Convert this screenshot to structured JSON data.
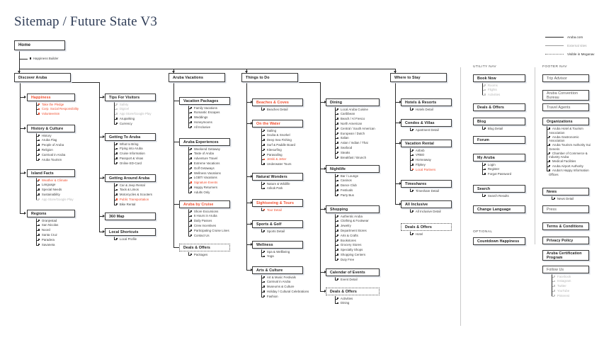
{
  "page": {
    "title": "Sitemap / Future State V3"
  },
  "legend": {
    "items": [
      {
        "label": "Aruba.com",
        "style": "solid"
      },
      {
        "label": "External sites",
        "style": "gray"
      },
      {
        "label": "Visible in Meganav",
        "style": "dotted"
      }
    ]
  },
  "labels": {
    "utility_nav": "UTILITY NAV",
    "footer_nav": "FOOTER NAV",
    "optional": "OPTIONAL"
  },
  "root": {
    "label": "Home",
    "child": "Happiness Builder"
  },
  "columns": {
    "discover_aruba": {
      "label": "Discover Aruba",
      "groups": [
        {
          "label": "Happiness",
          "accent": true,
          "items": [
            {
              "label": "Take the Pledge",
              "color": "accent"
            },
            {
              "label": "Corp. Social Responsibility",
              "color": "accent"
            },
            {
              "label": "Volunteerism",
              "color": "accent"
            }
          ]
        },
        {
          "label": "History & Culture",
          "items": [
            {
              "label": "History"
            },
            {
              "label": "Aruba Flag"
            },
            {
              "label": "People of Aruba"
            },
            {
              "label": "Religion"
            },
            {
              "label": "Carnival in Aruba"
            },
            {
              "label": "Aruba Tourism"
            }
          ]
        },
        {
          "label": "Island Facts",
          "items": [
            {
              "label": "Weather & Climate",
              "color": "accent"
            },
            {
              "label": "Language"
            },
            {
              "label": "Special Needs"
            },
            {
              "label": "Sustainability"
            },
            {
              "label": "App Store/Google Play",
              "color": "muted"
            }
          ]
        },
        {
          "label": "Regions",
          "items": [
            {
              "label": "Oranjestad"
            },
            {
              "label": "San Nicolas"
            },
            {
              "label": "Noord"
            },
            {
              "label": "Santa Cruz"
            },
            {
              "label": "Paradera"
            },
            {
              "label": "Savaneta"
            }
          ]
        }
      ]
    },
    "visitors": {
      "groups": [
        {
          "label": "Tips For Visitors",
          "items": [
            {
              "label": "Safety",
              "color": "muted"
            },
            {
              "label": "Digicel",
              "color": "muted"
            },
            {
              "label": "App Store/Google Play",
              "color": "muted"
            },
            {
              "label": "Aruparking"
            },
            {
              "label": "Currency"
            }
          ]
        },
        {
          "label": "Getting To Aruba",
          "items": [
            {
              "label": "What to Bring"
            },
            {
              "label": "Flying into Aruba"
            },
            {
              "label": "Cruise Information"
            },
            {
              "label": "Passport & Visas"
            },
            {
              "label": "Online ED-Card"
            }
          ]
        },
        {
          "label": "Getting Around Aruba",
          "items": [
            {
              "label": "Car & Jeep Rental"
            },
            {
              "label": "Taxis & Limos"
            },
            {
              "label": "Motorcycles & Scooters"
            },
            {
              "label": "Public Transportation",
              "color": "accent"
            },
            {
              "label": "Bike Rental"
            }
          ]
        },
        {
          "label": "360 Map",
          "items": []
        },
        {
          "label": "Local Shortcuts",
          "items": [
            {
              "label": "Local Profile"
            }
          ]
        }
      ]
    },
    "aruba_vacations": {
      "label": "Aruba Vacations",
      "groups": [
        {
          "label": "Vacation Packages",
          "items": [
            {
              "label": "Family Vacations"
            },
            {
              "label": "Romantic Escapes"
            },
            {
              "label": "Weddings"
            },
            {
              "label": "Honeymoons"
            },
            {
              "label": "All Inclusive"
            }
          ]
        },
        {
          "label": "Aruba Experiences",
          "items": [
            {
              "label": "Weekend Getaway"
            },
            {
              "label": "Taste of Aruba"
            },
            {
              "label": "Adventure Travel"
            },
            {
              "label": "Extreme Vacations"
            },
            {
              "label": "Golf Getaways"
            },
            {
              "label": "Wellness Vacations"
            },
            {
              "label": "LGBTI Vacations"
            },
            {
              "label": "Signature Events",
              "color": "accent"
            },
            {
              "label": "Happy Returners"
            },
            {
              "label": "Adults Only"
            }
          ]
        },
        {
          "label": "Aruba by Cruise",
          "accent": true,
          "items": [
            {
              "label": "Shore Excursions"
            },
            {
              "label": "6 Hours in Aruba"
            },
            {
              "label": "Daily Passes"
            },
            {
              "label": "Crew Incentives"
            },
            {
              "label": "Participating Cruise Lines"
            },
            {
              "label": "Contact Us"
            }
          ]
        },
        {
          "label": "Deals & Offers",
          "dotted": true,
          "items": [
            {
              "label": "Packages"
            }
          ]
        }
      ]
    },
    "things_to_do": {
      "label": "Things to Do",
      "groups": [
        {
          "label": "Beaches & Coves",
          "accent": true,
          "items": [
            {
              "label": "Beaches Detail"
            }
          ]
        },
        {
          "label": "On the Water",
          "accent": true,
          "items": [
            {
              "label": "Sailing"
            },
            {
              "label": "Scuba & Snorkel"
            },
            {
              "label": "Deep Sea Fishing"
            },
            {
              "label": "Surf & Paddle Board"
            },
            {
              "label": "Kitesurfing"
            },
            {
              "label": "Parasailing"
            },
            {
              "label": "Jetski & Jetter",
              "color": "accent"
            },
            {
              "label": "Underwater Tours"
            }
          ]
        },
        {
          "label": "Natural Wonders",
          "items": [
            {
              "label": "Nature & Wildlife"
            },
            {
              "label": "Arikok Park"
            }
          ]
        },
        {
          "label": "Sightseeing & Tours",
          "accent": true,
          "items": [
            {
              "label": "Tour Detail",
              "color": "accent"
            }
          ]
        },
        {
          "label": "Sports & Golf",
          "items": [
            {
              "label": "Sports Detail"
            }
          ]
        },
        {
          "label": "Wellness",
          "items": [
            {
              "label": "Spa & Wellbeing"
            },
            {
              "label": "Yoga"
            }
          ]
        },
        {
          "label": "Arts & Culture",
          "items": [
            {
              "label": "Art & Music Festivals"
            },
            {
              "label": "Carnival in Aruba"
            },
            {
              "label": "Museums & Culture"
            },
            {
              "label": "Holiday / Cultural Celebrations"
            },
            {
              "label": "Fashion"
            }
          ]
        }
      ]
    },
    "dining_col": {
      "groups": [
        {
          "label": "Dining",
          "items": [
            {
              "label": "Local Aruba Cuisine"
            },
            {
              "label": "Caribbean"
            },
            {
              "label": "Beach / Al Fresco"
            },
            {
              "label": "North American"
            },
            {
              "label": "Central / South American"
            },
            {
              "label": "European / Dutch"
            },
            {
              "label": "Italian"
            },
            {
              "label": "Asian / Indian / Thai"
            },
            {
              "label": "Seafood"
            },
            {
              "label": "Steaks"
            },
            {
              "label": "Breakfast / Brunch"
            }
          ]
        },
        {
          "label": "Nightlife",
          "items": [
            {
              "label": "Bar / Lounge"
            },
            {
              "label": "Casinos"
            },
            {
              "label": "Dance Club"
            },
            {
              "label": "Festivals"
            },
            {
              "label": "Party Bus"
            }
          ]
        },
        {
          "label": "Shopping",
          "items": [
            {
              "label": "Authentic Aruba"
            },
            {
              "label": "Clothing & Footwear"
            },
            {
              "label": "Jewelry"
            },
            {
              "label": "Department Stores"
            },
            {
              "label": "Arts & Crafts"
            },
            {
              "label": "Bookstores"
            },
            {
              "label": "Grocery Stores"
            },
            {
              "label": "Specialty Shops"
            },
            {
              "label": "Shopping Centers"
            },
            {
              "label": "Duty Free"
            }
          ]
        },
        {
          "label": "Calendar of Events",
          "items": [
            {
              "label": "Event Detail"
            }
          ]
        },
        {
          "label": "Deals & Offers",
          "dotted": true,
          "items": [
            {
              "label": "Activities"
            },
            {
              "label": "Dining"
            }
          ]
        }
      ]
    },
    "where_to_stay": {
      "label": "Where to Stay",
      "groups": [
        {
          "label": "Hotels & Resorts",
          "items": [
            {
              "label": "Hotels Detail"
            }
          ]
        },
        {
          "label": "Condos & Villas",
          "items": [
            {
              "label": "Apartment Detail"
            }
          ]
        },
        {
          "label": "Vacation Rental",
          "items": [
            {
              "label": "Airbnb"
            },
            {
              "label": "VRBO"
            },
            {
              "label": "Homeaway"
            },
            {
              "label": "Flipkey"
            },
            {
              "label": "Local Partners",
              "color": "accent"
            }
          ]
        },
        {
          "label": "Timeshares",
          "items": [
            {
              "label": "Timeshare Detail"
            }
          ]
        },
        {
          "label": "All Inclusive",
          "items": [
            {
              "label": "All Inclusive Detail"
            }
          ]
        },
        {
          "label": "Deals & Offers",
          "dotted": true,
          "items": [
            {
              "label": "Hotel"
            }
          ]
        }
      ]
    },
    "utility_nav": {
      "groups": [
        {
          "label": "Book Now",
          "items": [
            {
              "label": "Rooms",
              "color": "muted"
            },
            {
              "label": "Flights",
              "color": "muted"
            },
            {
              "label": "Activities",
              "color": "muted"
            }
          ]
        },
        {
          "label": "Deals & Offers",
          "items": []
        },
        {
          "label": "Blog",
          "items": [
            {
              "label": "Blog Detail"
            }
          ]
        },
        {
          "label": "Forum",
          "items": []
        },
        {
          "label": "My Aruba",
          "items": [
            {
              "label": "Login"
            },
            {
              "label": "Register"
            },
            {
              "label": "Forgot Password"
            }
          ]
        },
        {
          "label": "Search",
          "items": [
            {
              "label": "Search Results"
            }
          ]
        },
        {
          "label": "Change Language",
          "items": []
        }
      ],
      "optional": {
        "label": "Countdown Happiness"
      }
    },
    "footer_nav": {
      "groups": [
        {
          "label": "Trip Advisor",
          "plain": true,
          "items": []
        },
        {
          "label": "Aruba Convention Bureau",
          "plain": true,
          "items": []
        },
        {
          "label": "Travel Agents",
          "plain": true,
          "items": []
        },
        {
          "label": "Organizations",
          "items": [
            {
              "label": "Aruba Hotel & Tourism Association"
            },
            {
              "label": "Aruba Gastronomic Association"
            },
            {
              "label": "Aruba Tourism Authority Sui Generis"
            },
            {
              "label": "Chamber of Commerce & Industry Aruba"
            },
            {
              "label": "Medical Facilities"
            },
            {
              "label": "Aruba Airport Authority"
            },
            {
              "label": "Aruba's Happy Information Offices"
            }
          ]
        },
        {
          "label": "News",
          "items": [
            {
              "label": "News Detail"
            }
          ]
        },
        {
          "label": "Press",
          "plain": true,
          "items": []
        },
        {
          "label": "Terms & Conditions",
          "items": []
        },
        {
          "label": "Privacy Policy",
          "items": []
        },
        {
          "label": "Aruba Certification Program",
          "items": []
        },
        {
          "label": "Follow Us",
          "plain": true,
          "items": [
            {
              "label": "Facebook",
              "color": "muted"
            },
            {
              "label": "Instagram",
              "color": "muted"
            },
            {
              "label": "Twitter",
              "color": "muted"
            },
            {
              "label": "YouTube",
              "color": "muted"
            },
            {
              "label": "Pinterest",
              "color": "muted"
            }
          ]
        }
      ]
    }
  }
}
